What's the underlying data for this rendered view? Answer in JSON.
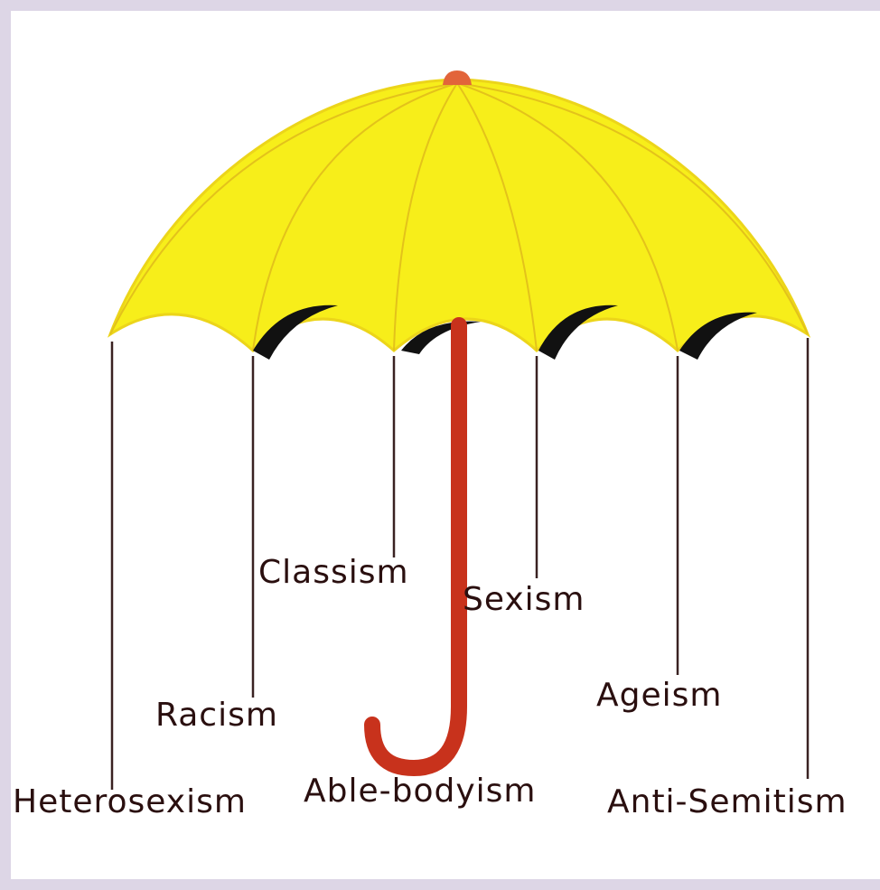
{
  "colors": {
    "canopy": "#f7ee1a",
    "rib": "#e3c21b",
    "tip": "#e2643a",
    "handle": "#c8321c",
    "shadow": "#111111",
    "line": "#3a2222",
    "frame": "#ddd6e6"
  },
  "labels": {
    "heterosexism": "Heterosexism",
    "racism": "Racism",
    "classism": "Classism",
    "able_bodyism": "Able-bodyism",
    "sexism": "Sexism",
    "ageism": "Ageism",
    "anti_semitism": "Anti-Semitism"
  }
}
